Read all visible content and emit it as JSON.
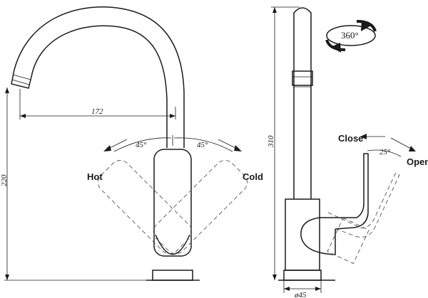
{
  "front_view": {
    "dim_horizontal": "172",
    "dim_vertical": "220",
    "angle_left": "45°",
    "angle_right": "45°",
    "label_hot": "Hot",
    "label_cold": "Cold"
  },
  "side_view": {
    "dim_height": "310",
    "dim_base": "ø45",
    "rotation_label": "360°",
    "angle_lever": "25°",
    "label_close": "Close",
    "label_open": "Open"
  }
}
